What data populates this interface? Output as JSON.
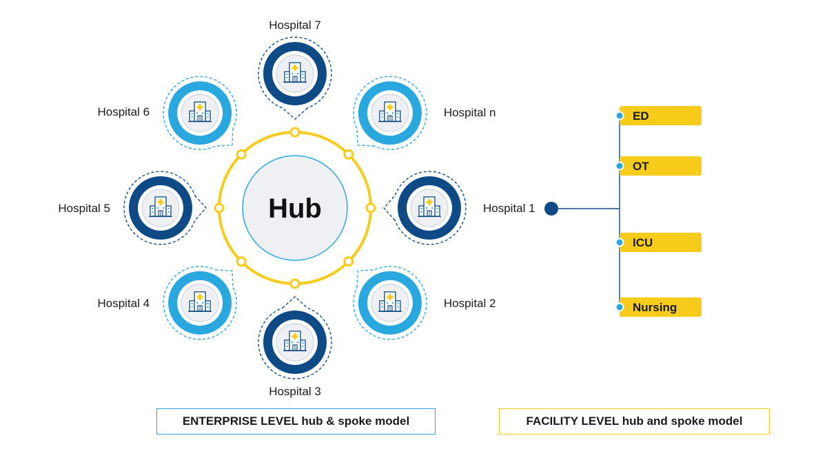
{
  "colors": {
    "dark_blue": "#0d4a86",
    "light_blue": "#29a8e0",
    "yellow": "#f7cb1a",
    "hub_fill": "#eef0f3",
    "connector": "#0d4a86"
  },
  "hub": {
    "label": "Hub"
  },
  "hospitals": [
    {
      "label": "Hospital 7",
      "style": "dark",
      "icon": "hospital-building-icon"
    },
    {
      "label": "Hospital n",
      "style": "light",
      "icon": "hospital-building-icon"
    },
    {
      "label": "Hospital 1",
      "style": "dark",
      "icon": "hospital-building-icon"
    },
    {
      "label": "Hospital 2",
      "style": "light",
      "icon": "hospital-building-icon"
    },
    {
      "label": "Hospital 3",
      "style": "dark",
      "icon": "hospital-building-icon"
    },
    {
      "label": "Hospital 4",
      "style": "light",
      "icon": "hospital-building-icon"
    },
    {
      "label": "Hospital 5",
      "style": "dark",
      "icon": "hospital-building-icon"
    },
    {
      "label": "Hospital 6",
      "style": "light",
      "icon": "hospital-building-icon"
    }
  ],
  "facility": {
    "departments": [
      "ED",
      "OT",
      "ICU",
      "Nursing"
    ]
  },
  "captions": {
    "enterprise": "ENTERPRISE LEVEL hub & spoke model",
    "facility": "FACILITY LEVEL hub and spoke model"
  }
}
